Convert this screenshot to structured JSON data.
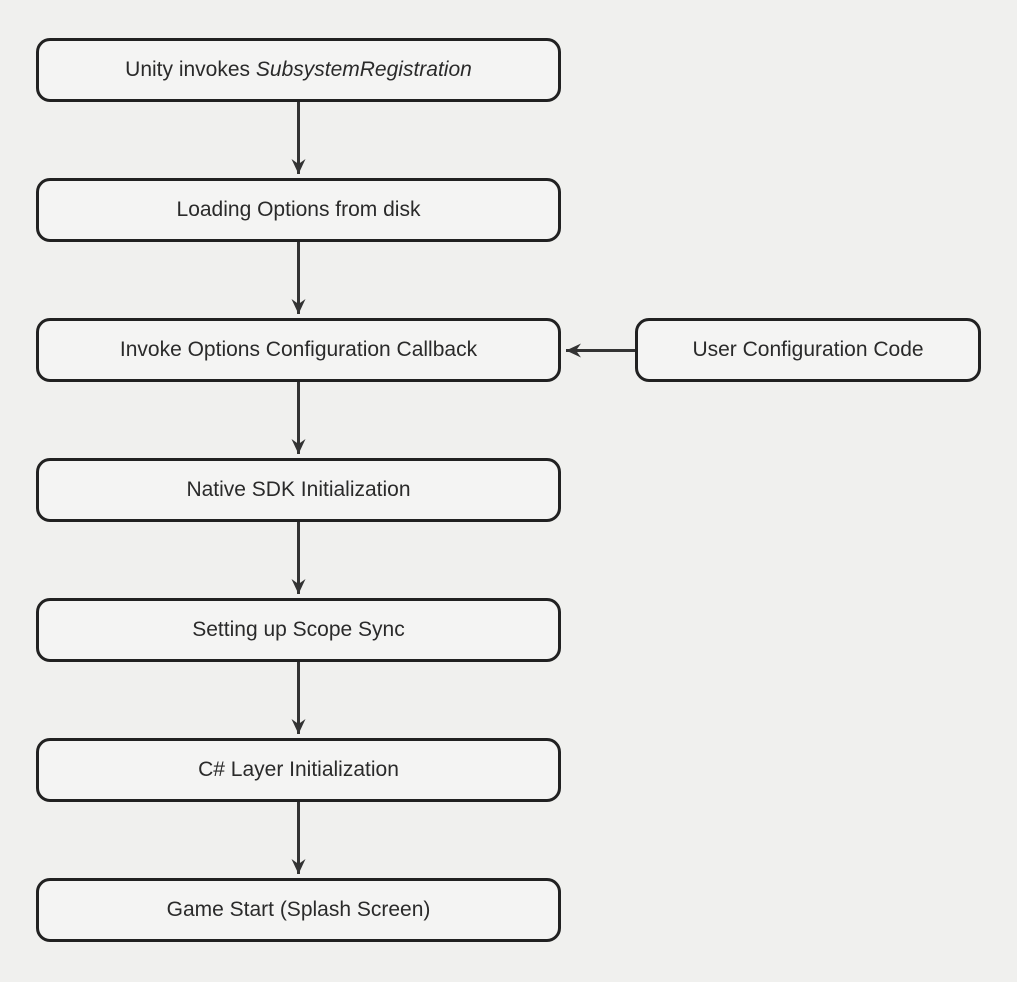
{
  "diagram": {
    "type": "flowchart",
    "direction": "top-down",
    "colors": {
      "background": "#f0f0ee",
      "node_fill": "#f4f4f3",
      "node_border": "#212121",
      "arrow": "#333333",
      "text": "#2a2a2a"
    },
    "nodes": [
      {
        "id": "unity-invokes-subsystem-registration",
        "text": "Unity invokes ",
        "italic_text": "SubsystemRegistration"
      },
      {
        "id": "loading-options-from-disk",
        "text": "Loading Options from disk"
      },
      {
        "id": "invoke-options-configuration-callback",
        "text": "Invoke Options Configuration Callback"
      },
      {
        "id": "native-sdk-initialization",
        "text": "Native SDK Initialization"
      },
      {
        "id": "setting-up-scope-sync",
        "text": "Setting up Scope Sync"
      },
      {
        "id": "csharp-layer-initialization",
        "text": "C# Layer Initialization"
      },
      {
        "id": "game-start-splash-screen",
        "text": "Game Start (Splash Screen)"
      }
    ],
    "side_node": {
      "id": "user-configuration-code",
      "text": "User Configuration Code"
    },
    "edges": [
      {
        "from": "unity-invokes-subsystem-registration",
        "to": "loading-options-from-disk"
      },
      {
        "from": "loading-options-from-disk",
        "to": "invoke-options-configuration-callback"
      },
      {
        "from": "invoke-options-configuration-callback",
        "to": "native-sdk-initialization"
      },
      {
        "from": "native-sdk-initialization",
        "to": "setting-up-scope-sync"
      },
      {
        "from": "setting-up-scope-sync",
        "to": "csharp-layer-initialization"
      },
      {
        "from": "csharp-layer-initialization",
        "to": "game-start-splash-screen"
      },
      {
        "from": "user-configuration-code",
        "to": "invoke-options-configuration-callback"
      }
    ]
  }
}
